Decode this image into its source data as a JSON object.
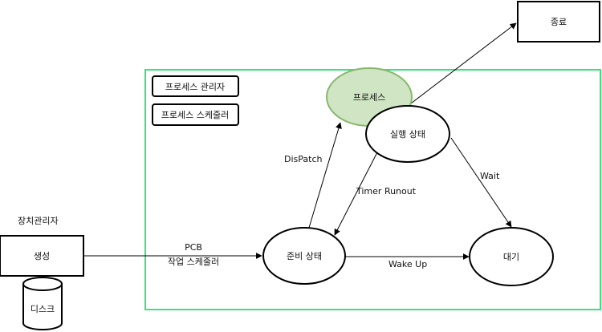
{
  "colors": {
    "frame": "#39e27a",
    "process_fill": "#cfe5c3",
    "process_stroke": "#86b86b",
    "line": "#000000"
  },
  "nodes": {
    "end": "종료",
    "process": "프로세스",
    "running": "실행 상태",
    "ready": "준비 상태",
    "waiting": "대기",
    "create": "생성",
    "disk": "디스크"
  },
  "legend": {
    "process_manager": "프로세스 관리자",
    "process_scheduler": "프로세스 스케줄러"
  },
  "labels": {
    "device_manager": "장치관리자",
    "dispatch": "DisPatch",
    "timer_runout": "Timer Runout",
    "wait": "Wait",
    "wake_up": "Wake Up",
    "pcb": "PCB",
    "job_scheduler": "작업 스케줄러"
  }
}
